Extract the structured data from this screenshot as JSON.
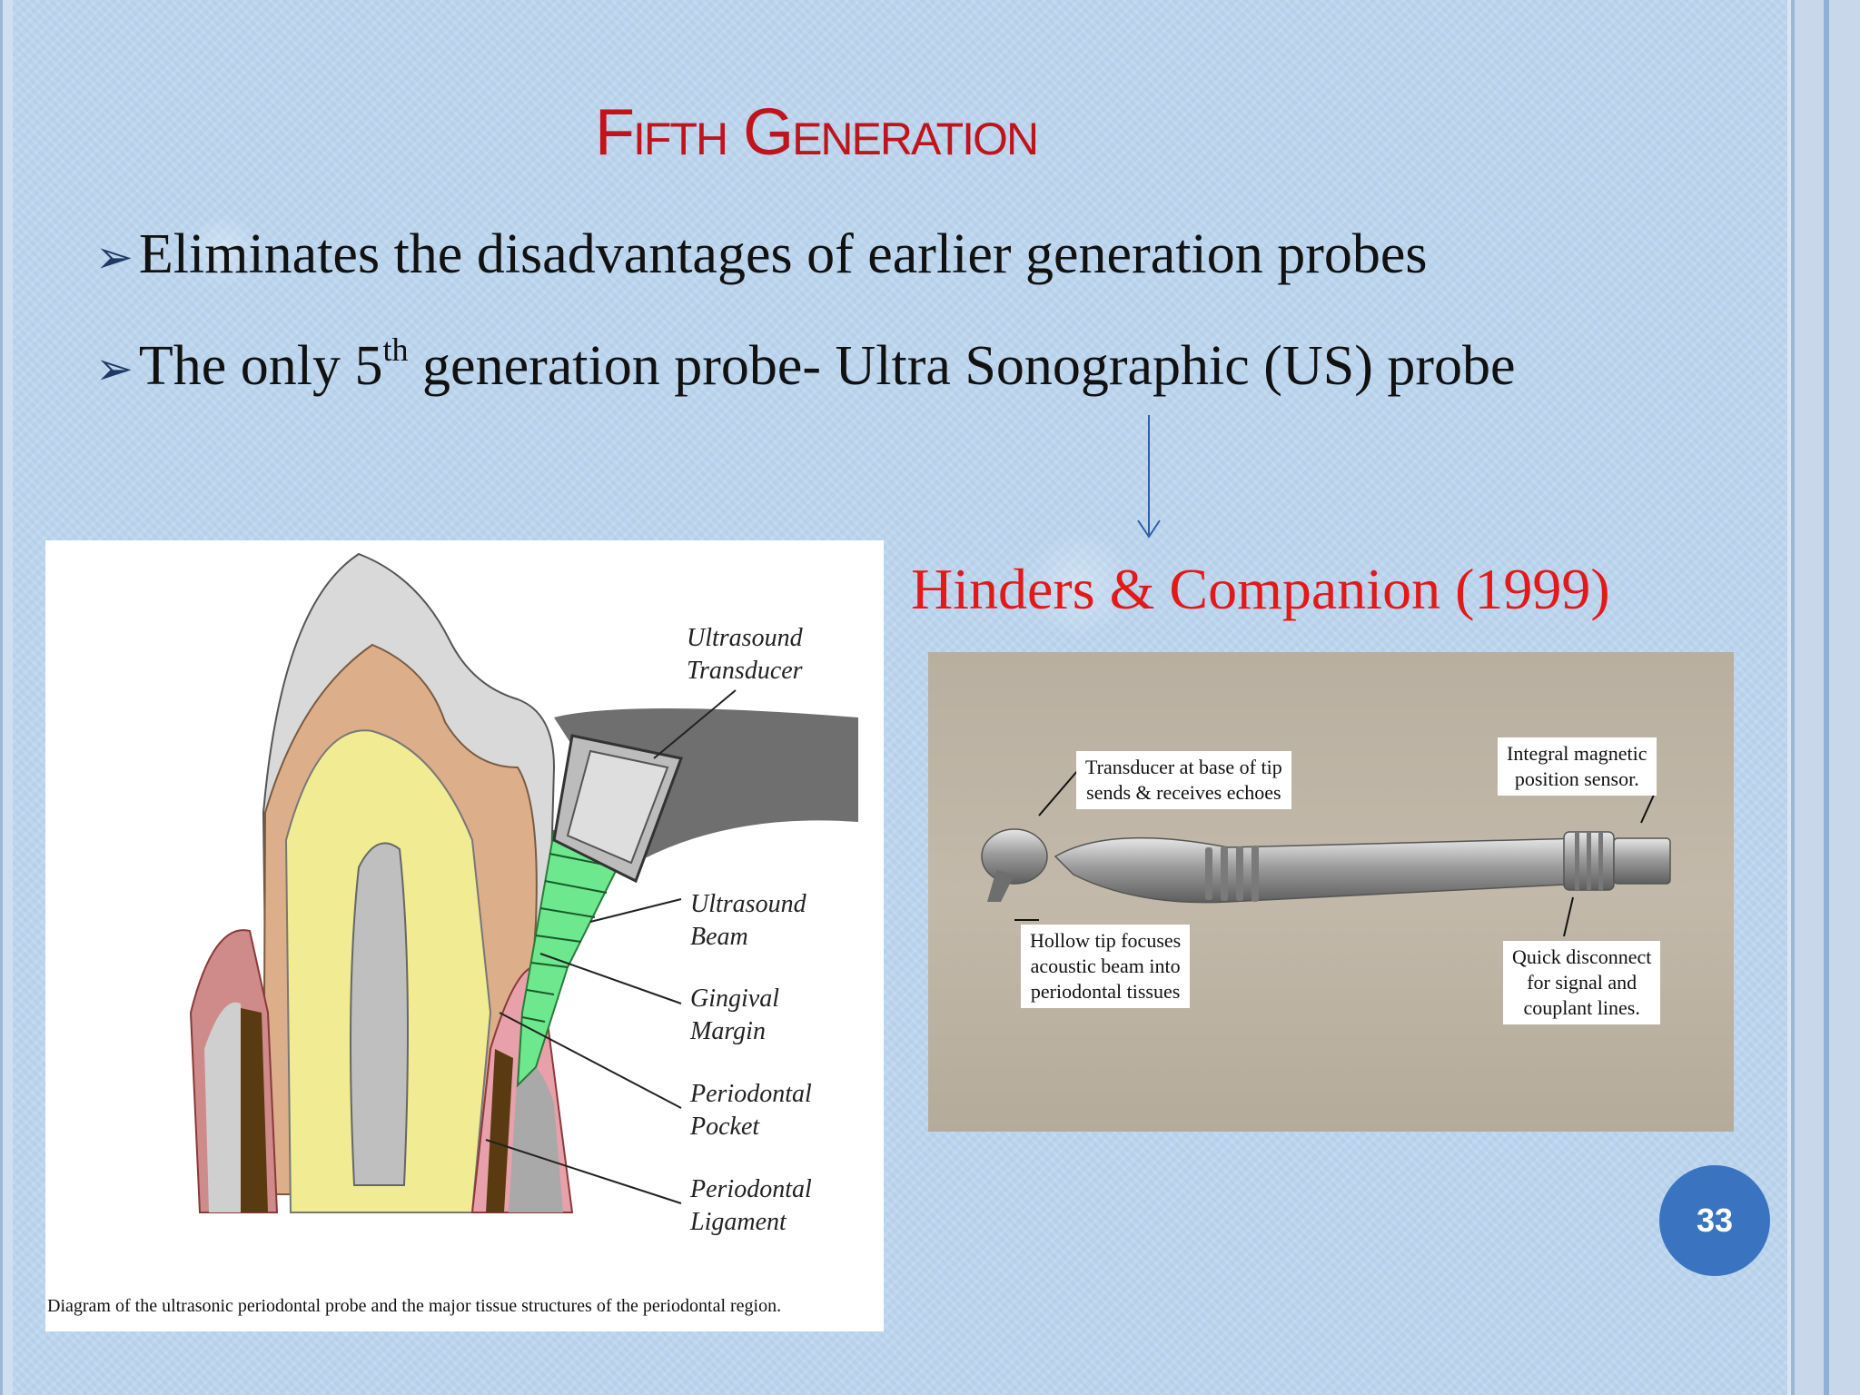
{
  "slide": {
    "title": "Fifth Generation",
    "bullets": [
      {
        "text": "Eliminates the disadvantages of earlier generation probes"
      },
      {
        "pre": "The only 5",
        "sup": "th",
        "post": " generation probe- Ultra Sonographic (US) probe"
      }
    ],
    "credit": "Hinders & Companion (1999)",
    "page_number": "33",
    "bullet_symbol": "➢"
  },
  "diagram": {
    "labels": {
      "transducer_1": "Ultrasound",
      "transducer_2": "Transducer",
      "beam_1": "Ultrasound",
      "beam_2": "Beam",
      "gingival_1": "Gingival",
      "gingival_2": "Margin",
      "pocket_1": "Periodontal",
      "pocket_2": "Pocket",
      "ligament_1": "Periodontal",
      "ligament_2": "Ligament"
    },
    "caption": "Diagram of the ultrasonic periodontal probe and the major tissue structures of the periodontal region."
  },
  "photo": {
    "callouts": {
      "transducer_1": "Transducer at base of tip",
      "transducer_2": "sends & receives echoes",
      "sensor_1": "Integral magnetic",
      "sensor_2": "position sensor.",
      "tip_1": "Hollow tip focuses",
      "tip_2": "acoustic beam into",
      "tip_3": "periodontal tissues",
      "quick_1": "Quick disconnect",
      "quick_2": "for signal and",
      "quick_3": "couplant lines."
    }
  },
  "colors": {
    "title": "#c0141c",
    "credit": "#e31919",
    "badge": "#3a73c0",
    "background": "#b9d3ec"
  }
}
